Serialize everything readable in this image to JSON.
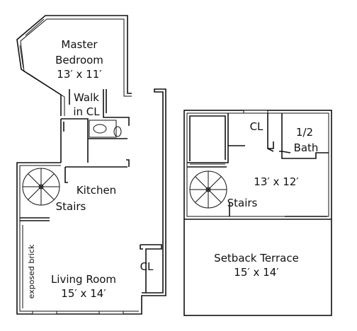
{
  "floor_plan": {
    "left_unit": {
      "master_bedroom": {
        "name_line1": "Master",
        "name_line2": "Bedroom",
        "size": "13′ x 11′"
      },
      "walk_in_closet": {
        "line1": "Walk",
        "line2": "in CL"
      },
      "kitchen": {
        "name": "Kitchen"
      },
      "stairs": {
        "name": "Stairs"
      },
      "living_room": {
        "name": "Living Room",
        "size": "15′ x 14′"
      },
      "closet": {
        "name": "CL"
      },
      "brick_wall": {
        "note": "exposed brick"
      }
    },
    "right_unit": {
      "closet": {
        "name": "CL"
      },
      "half_bath": {
        "line1": "1/2",
        "line2": "Bath"
      },
      "room": {
        "size": "13′ x 12′"
      },
      "stairs": {
        "name": "Stairs"
      },
      "terrace": {
        "name": "Setback Terrace",
        "size": "15′ x 14′"
      }
    }
  }
}
